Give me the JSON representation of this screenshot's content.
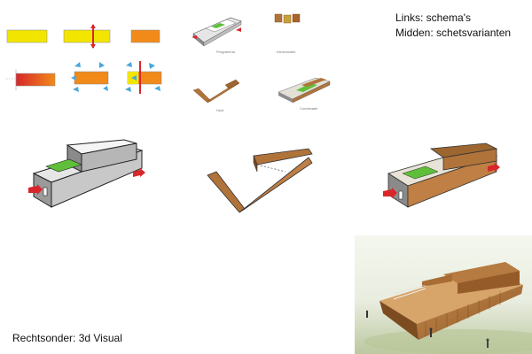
{
  "legend": {
    "left": "Links: schema's",
    "middle": "Midden: schetsvarianten",
    "bottom_right": "Rechtsonder: 3d Visual"
  },
  "thumb_captions": {
    "programma": "Programma",
    "kleurvariant": "Kleurvariant",
    "hout": "Hout",
    "combinatie": "Combinatie"
  },
  "colors": {
    "yellow": "#f2e600",
    "orange": "#f28a1a",
    "red": "#d8262b",
    "blue": "#48a8dc",
    "wood": "#b0733a",
    "wood_dark": "#7a4a20",
    "green": "#5fbf3a",
    "grey": "#d9d9d9"
  }
}
